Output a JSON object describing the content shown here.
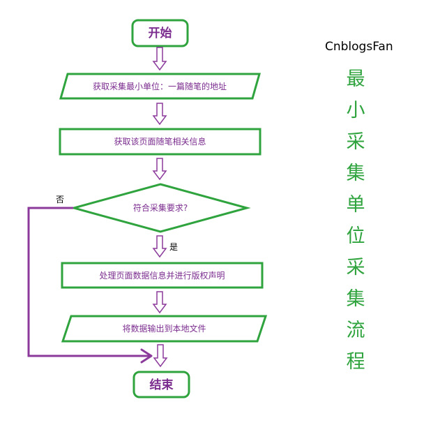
{
  "diagram": {
    "start": "开始",
    "step1": "获取采集最小单位：一篇随笔的地址",
    "step2": "获取该页面随笔相关信息",
    "decision": "符合采集要求?",
    "no_label": "否",
    "yes_label": "是",
    "step3": "处理页面数据信息并进行版权声明",
    "step4": "将数据输出到本地文件",
    "end": "结束"
  },
  "author": "CnblogsFan",
  "vertical_title": [
    "最",
    "小",
    "采",
    "集",
    "单",
    "位",
    "采",
    "集",
    "流",
    "程"
  ],
  "colors": {
    "shape_stroke": "#2fa33d",
    "arrow": "#8b3a9b",
    "label": "#7b2d8f",
    "title": "#2fa33d"
  }
}
